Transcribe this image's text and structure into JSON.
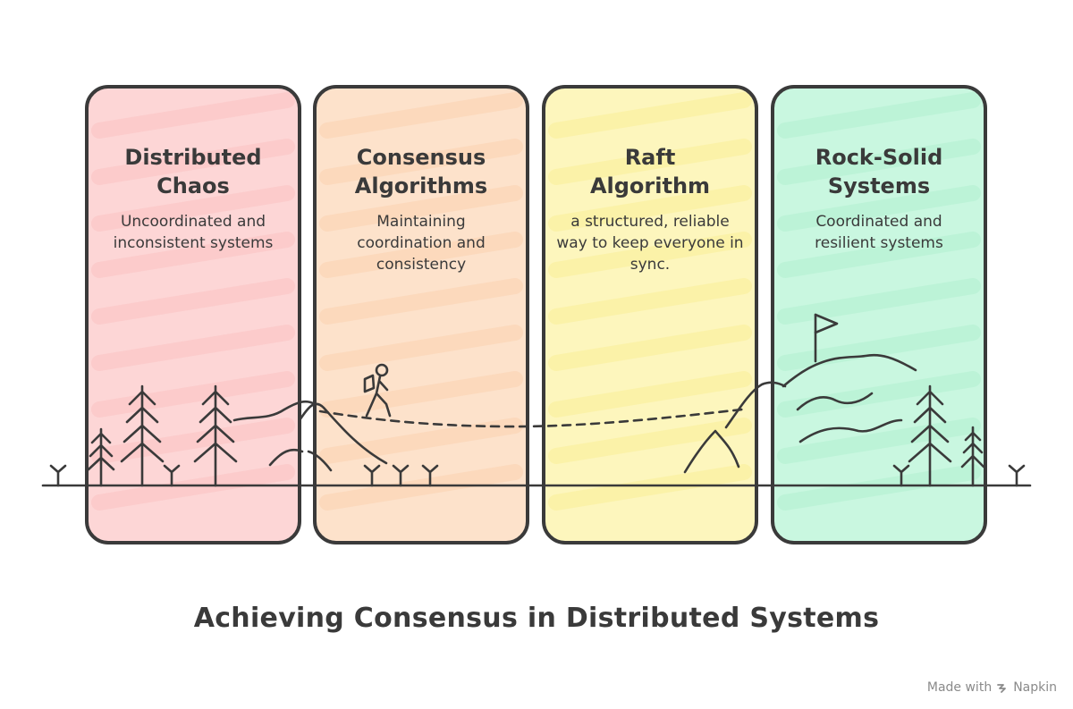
{
  "title": "Achieving Consensus in Distributed Systems",
  "stages": [
    {
      "title": "Distributed Chaos",
      "description": "Uncoordinated and inconsistent systems",
      "fill": "#fdd6d6",
      "stripe": "#fbc2c2"
    },
    {
      "title": "Consensus Algorithms",
      "description": "Maintaining coordination and consistency",
      "fill": "#fde2cb",
      "stripe": "#fbd2b1"
    },
    {
      "title": "Raft Algorithm",
      "description": "a structured, reliable way to keep everyone in sync.",
      "fill": "#fdf6bd",
      "stripe": "#faee98"
    },
    {
      "title": "Rock-Solid Systems",
      "description": "Coordinated and resilient systems",
      "fill": "#c9f7e0",
      "stripe": "#b0f0d0"
    }
  ],
  "credit": {
    "prefix": "Made with",
    "brand": "Napkin",
    "icon": "napkin-logo-icon"
  },
  "icons": [
    "pine-tree-icon",
    "grass-sprout-icon",
    "hiker-icon",
    "mountain-icon",
    "flag-icon"
  ],
  "colors": {
    "ink": "#3a3a3a",
    "credit": "#8a8a8a"
  }
}
